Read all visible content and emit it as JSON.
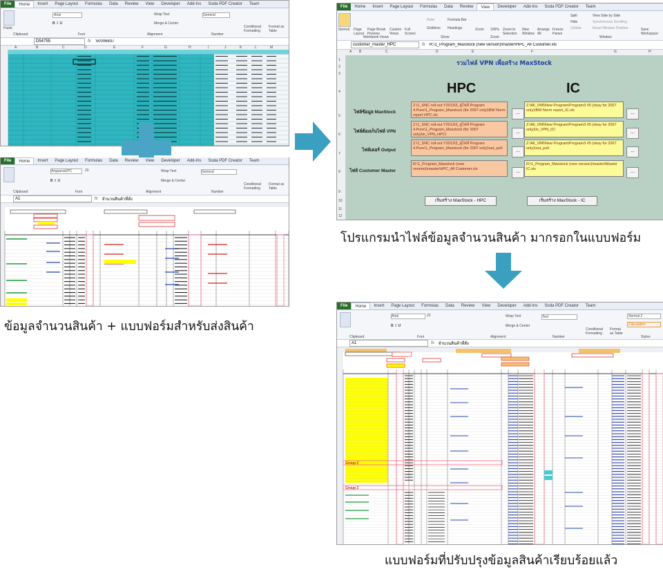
{
  "colors": {
    "teal": "#2fb6c0",
    "arrow": "#3a9fc0",
    "plus": "#49a4c6",
    "form_bg": "#b9d0c4",
    "excel_green": "#2a6e2a",
    "yellow": "#ffff00",
    "pink": "#ff6f8a"
  },
  "icons": [
    "plus-icon",
    "right-arrow-icon",
    "down-arrow-icon"
  ],
  "tl": {
    "tabs": [
      "File",
      "Home",
      "Insert",
      "Page Layout",
      "Formulas",
      "Data",
      "Review",
      "View",
      "Developer",
      "Add-Ins",
      "Soda PDF Creator",
      "Team"
    ],
    "font": "Arial",
    "wrap": "Wrap Text",
    "merge": "Merge & Center",
    "numfmt": "General",
    "cond": "Conditional Formatting",
    "fmt_table": "Format as Table",
    "groups": [
      "Clipboard",
      "Font",
      "Alignment",
      "Number"
    ],
    "namebox": "D54755",
    "formula": "'50006837",
    "cols": [
      "A",
      "B",
      "C",
      "D",
      "E",
      "F",
      "G",
      "H",
      "I",
      "J",
      "K",
      "L",
      "M"
    ]
  },
  "bl": {
    "tabs": [
      "File",
      "Home",
      "Insert",
      "Page Layout",
      "Formulas",
      "Data",
      "Review",
      "View",
      "Developer",
      "Add-Ins",
      "Soda PDF Creator",
      "Team"
    ],
    "font": "AngsanaUPC",
    "size": "20",
    "wrap": "Wrap Text",
    "merge": "Merge & Center",
    "numfmt": "General",
    "groups": [
      "Clipboard",
      "Font",
      "Alignment",
      "Number"
    ],
    "namebox": "A1",
    "formula": "จำนวนสินค้าที่สั่ง",
    "cond": "Conditional Formatting",
    "fmt_table": "Format as Table"
  },
  "tr": {
    "tabs": [
      "File",
      "Home",
      "Insert",
      "Page Layout",
      "Formulas",
      "Data",
      "Review",
      "View",
      "Developer",
      "Add-Ins",
      "Soda PDF Creator",
      "Team"
    ],
    "views": [
      "Normal",
      "Page Layout",
      "Page Break Preview",
      "Custom Views",
      "Full Screen"
    ],
    "show": [
      "Ruler",
      "Formula Bar",
      "Gridlines",
      "Headings"
    ],
    "zoom": [
      "Zoom",
      "100%",
      "Zoom to Selection"
    ],
    "window": [
      "New Window",
      "Arrange All",
      "Freeze Panes",
      "Split",
      "Hide",
      "Unhide",
      "View Side by Side",
      "Synchronous Scrolling",
      "Reset Window Position",
      "Save Workspace"
    ],
    "groups": [
      "Workbook Views",
      "Show",
      "Zoom",
      "Window"
    ],
    "namebox": "customer_master_HPC",
    "formula": "R:\\1_Program_Maxstock (new version)\\master\\HPC_All Customer.xls",
    "title": "รวมไฟล์ VPN เพื่อสร้าง MaxStock",
    "hpc": "HPC",
    "ic": "IC",
    "rows": [
      {
        "label": "ไฟล์ข้อมูล MaxStock",
        "hpc": "Z:\\1_SNC roll-out Y2013\\3_ดูไฟล์ Program 4.Pure\\1_Program_Maxstock (for 2007 only)\\BW Norm report HPC.xls",
        "ic": "Z:\\All_VMI\\New Program\\Program3 #5 (okay for 2007 only)\\BW Norm report_IC.xls"
      },
      {
        "label": "ไฟล์ต้องเก็บไฟล์ VPN",
        "hpc": "Z:\\1_SNC roll-out Y2013\\3_ดูไฟล์ Program 4.Pure\\1_Program_Maxstock (for 2007 only)\\in_VPN_HPC\\",
        "ic": "Z:\\All_VMI\\New Program\\Program3 #5 (okay for 2007 only)\\in_VPN_IC\\"
      },
      {
        "label": "ไฟล์เดอร์ Output",
        "hpc": "Z:\\1_SNC roll-out Y2013\\3_ดูไฟล์ Program 4.Pure\\1_Program_Maxstock (for 2007 only)\\out_put\\",
        "ic": "Z:\\All_VMI\\New Program\\Program3 #5 (okay for 2007 only)\\out_put\\"
      },
      {
        "label": "ไฟล์ Customer Master",
        "hpc": "R:\\1_Program_Maxstock (new version)\\master\\HPC_All Customer.xls",
        "ic": "R:\\1_Program_Maxstock (new version)\\master\\Master IC.xls"
      }
    ],
    "dots": "...",
    "btn_hpc": "เริ่มสร้าง MaxStock - HPC",
    "btn_ic": "เริ่มสร้าง MaxStock - IC",
    "cols": [
      "A",
      "B",
      "C",
      "D",
      "E",
      "F",
      "G",
      "H"
    ]
  },
  "br": {
    "tabs": [
      "File",
      "Home",
      "Insert",
      "Page Layout",
      "Formulas",
      "Data",
      "Review",
      "View",
      "Developer",
      "Add-Ins",
      "Soda PDF Creator",
      "Team"
    ],
    "font": "Arial",
    "size": "22",
    "wrap": "Wrap Text",
    "merge": "Merge & Center",
    "numfmt": "Text",
    "style1": "Normal 2",
    "style2": "Calculation",
    "cond": "Conditional Formatting",
    "fmt_table": "Format as Table",
    "groups": [
      "Clipboard",
      "Font",
      "Alignment",
      "Number",
      "Styles"
    ],
    "namebox": "A1",
    "formula": "จำนวนสินค้าที่สั่ง",
    "group2": "Group 2",
    "group3": "Group 3"
  },
  "captions": {
    "left": "ข้อมูลจำนวนสินค้า + แบบฟอร์มสำหรับส่งสินค้า",
    "top_right": "โปรแกรมนำไฟล์ข้อมูลจำนวนสินค้า มากรอกในแบบฟอร์ม",
    "bottom_right": "แบบฟอร์มที่ปรับปรุงข้อมูลสินค้าเรียบร้อยแล้ว"
  }
}
